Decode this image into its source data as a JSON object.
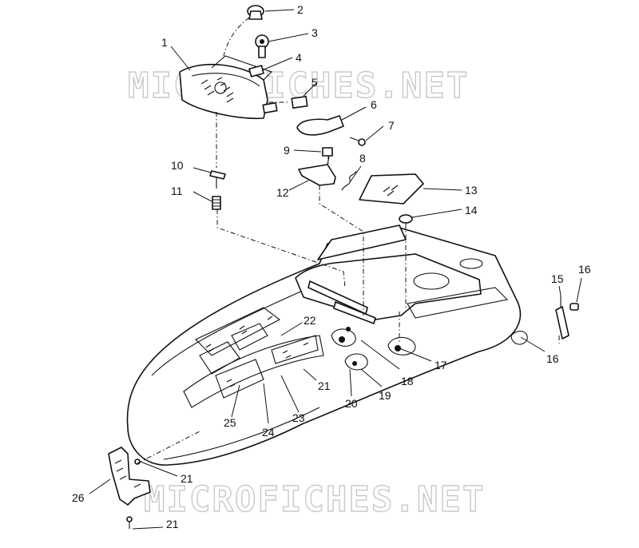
{
  "diagram": {
    "watermarks": [
      "MICROFICHES.NET",
      "MICROFICHES.NET"
    ],
    "callouts": [
      {
        "id": "c1",
        "label": "1"
      },
      {
        "id": "c2",
        "label": "2"
      },
      {
        "id": "c3",
        "label": "3"
      },
      {
        "id": "c4",
        "label": "4"
      },
      {
        "id": "c5",
        "label": "5"
      },
      {
        "id": "c6",
        "label": "6"
      },
      {
        "id": "c7",
        "label": "7"
      },
      {
        "id": "c8",
        "label": "8"
      },
      {
        "id": "c9",
        "label": "9"
      },
      {
        "id": "c10",
        "label": "10"
      },
      {
        "id": "c11",
        "label": "11"
      },
      {
        "id": "c12",
        "label": "12"
      },
      {
        "id": "c13",
        "label": "13"
      },
      {
        "id": "c14",
        "label": "14"
      },
      {
        "id": "c15",
        "label": "15"
      },
      {
        "id": "c16a",
        "label": "16"
      },
      {
        "id": "c16b",
        "label": "16"
      },
      {
        "id": "c17",
        "label": "17"
      },
      {
        "id": "c18",
        "label": "18"
      },
      {
        "id": "c19",
        "label": "19"
      },
      {
        "id": "c20",
        "label": "20"
      },
      {
        "id": "c21a",
        "label": "21"
      },
      {
        "id": "c21b",
        "label": "21"
      },
      {
        "id": "c21c",
        "label": "21"
      },
      {
        "id": "c22",
        "label": "22"
      },
      {
        "id": "c23",
        "label": "23"
      },
      {
        "id": "c24",
        "label": "24"
      },
      {
        "id": "c25",
        "label": "25"
      },
      {
        "id": "c26",
        "label": "26"
      }
    ]
  }
}
